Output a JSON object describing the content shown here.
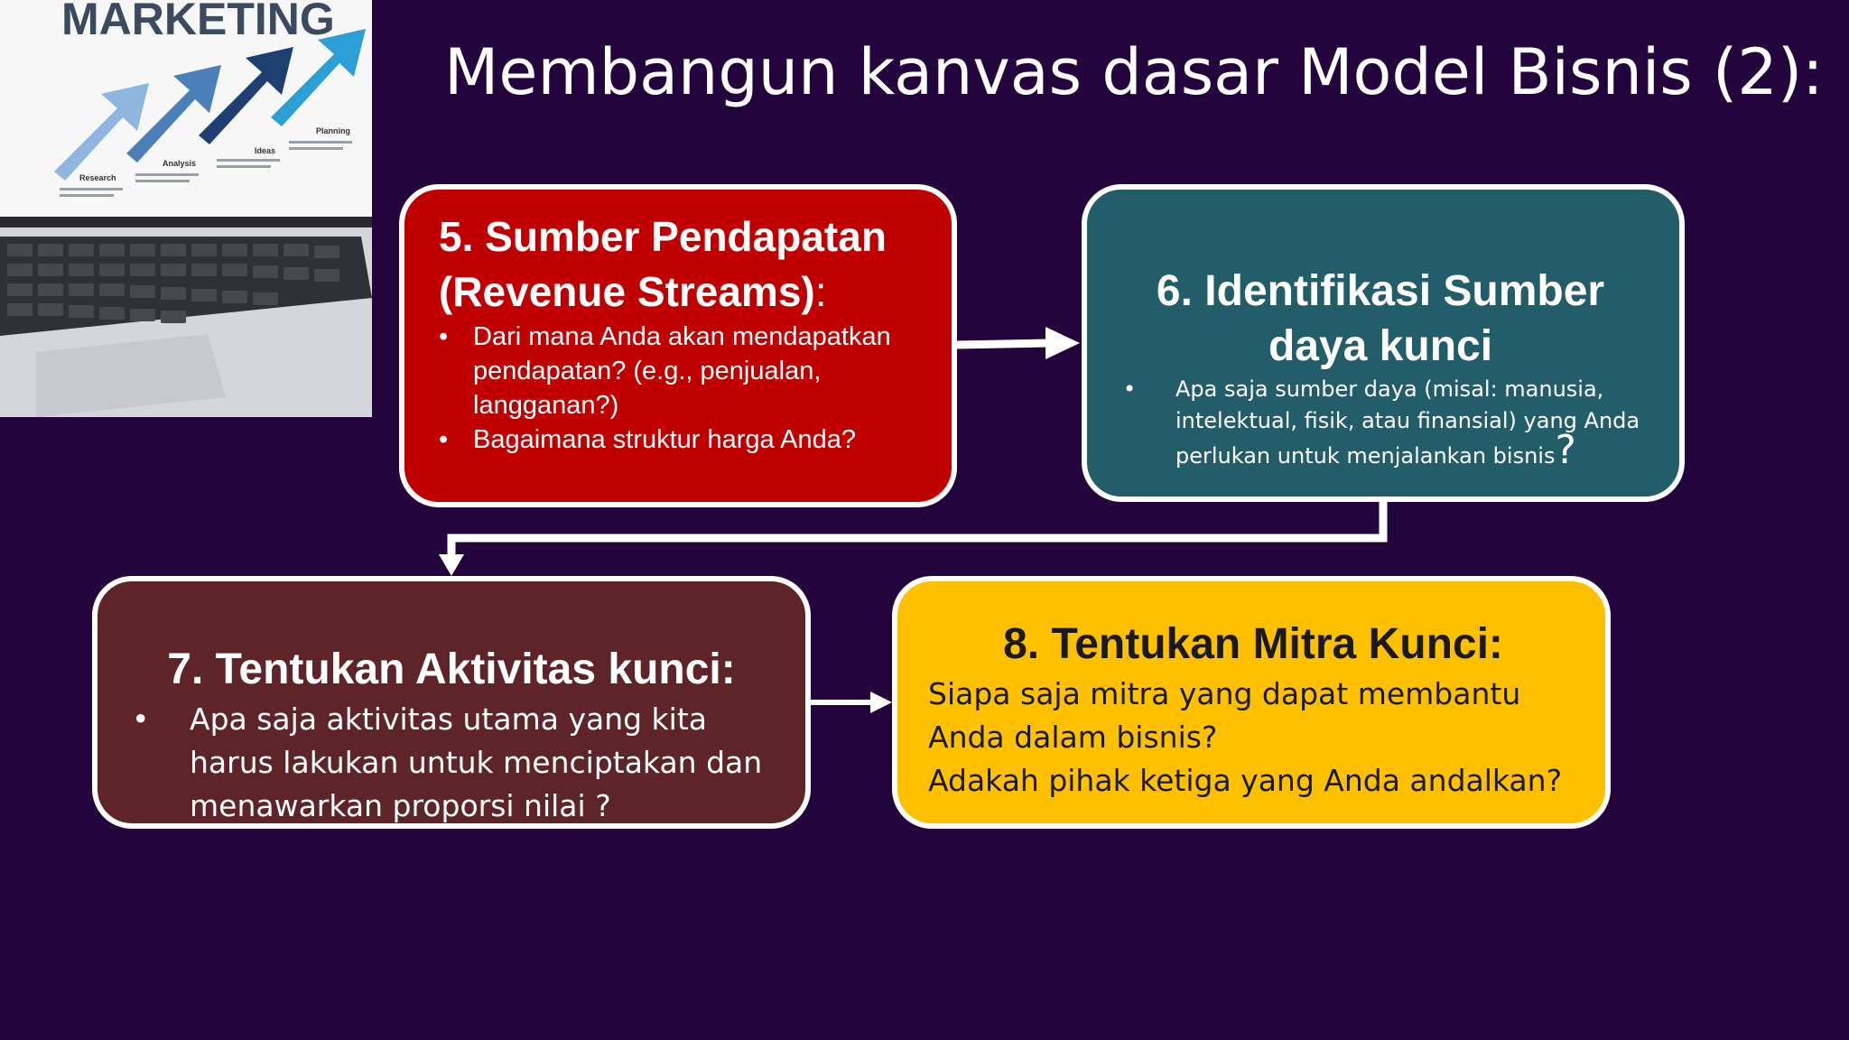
{
  "slide_title": "Membangun kanvas dasar Model Bisnis (2):",
  "photo": {
    "heading": "MARKETING",
    "labels": [
      "Research",
      "Analysis",
      "Ideas",
      "Planning"
    ]
  },
  "steps": [
    {
      "title": "5. Sumber Pendapatan (Revenue Streams)",
      "title_suffix": ":",
      "bullets": [
        "Dari mana Anda akan mendapatkan pendapatan? (e.g., penjualan, langganan?)",
        "Bagaimana struktur harga Anda?"
      ]
    },
    {
      "title": "6. Identifikasi Sumber daya kunci",
      "bullets": [
        "Apa saja sumber daya (misal: manusia, intelektual, fisik, atau finansial) yang Anda perlukan untuk menjalankan bisnis"
      ],
      "bullet_suffix": "?"
    },
    {
      "title": "7. Tentukan Aktivitas kunci:",
      "bullets": [
        "Apa saja aktivitas utama yang kita harus lakukan untuk menciptakan dan menawarkan proporsi nilai ?"
      ]
    },
    {
      "title": "8. Tentukan Mitra Kunci:",
      "lines": [
        "Siapa saja mitra yang dapat membantu Anda dalam bisnis?",
        "Adakah pihak ketiga yang Anda andalkan?"
      ]
    }
  ],
  "bullet_symbol": "•",
  "colors": {
    "background": "#23043c",
    "step5": "#c00000",
    "step6": "#245d6a",
    "step7": "#5f2428",
    "step8": "#ffc000",
    "border": "#ffffff"
  }
}
